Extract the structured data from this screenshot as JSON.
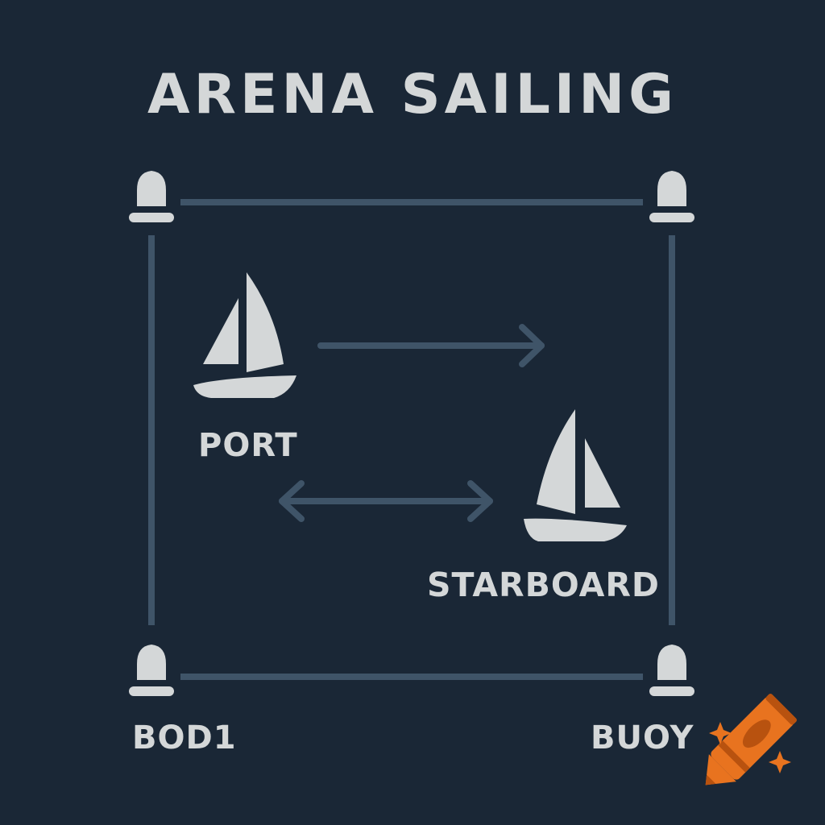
{
  "title": "ARENA SAILING",
  "labels": {
    "port": "PORT",
    "starboard": "STARBOARD",
    "buoy_left": "BOD1",
    "buoy_right": "BUOY"
  },
  "icons": {
    "buoy": "buoy-icon",
    "boat": "sailboat-icon",
    "arrow": "arrow-right-icon",
    "double_arrow": "double-arrow-icon",
    "crayon": "crayon-icon",
    "sparkle": "sparkle-icon"
  },
  "colors": {
    "background": "#1a2736",
    "foreground": "#d4d7d8",
    "lines": "#3f5468",
    "crayon_orange": "#e8731f",
    "crayon_dark": "#b8520f"
  }
}
